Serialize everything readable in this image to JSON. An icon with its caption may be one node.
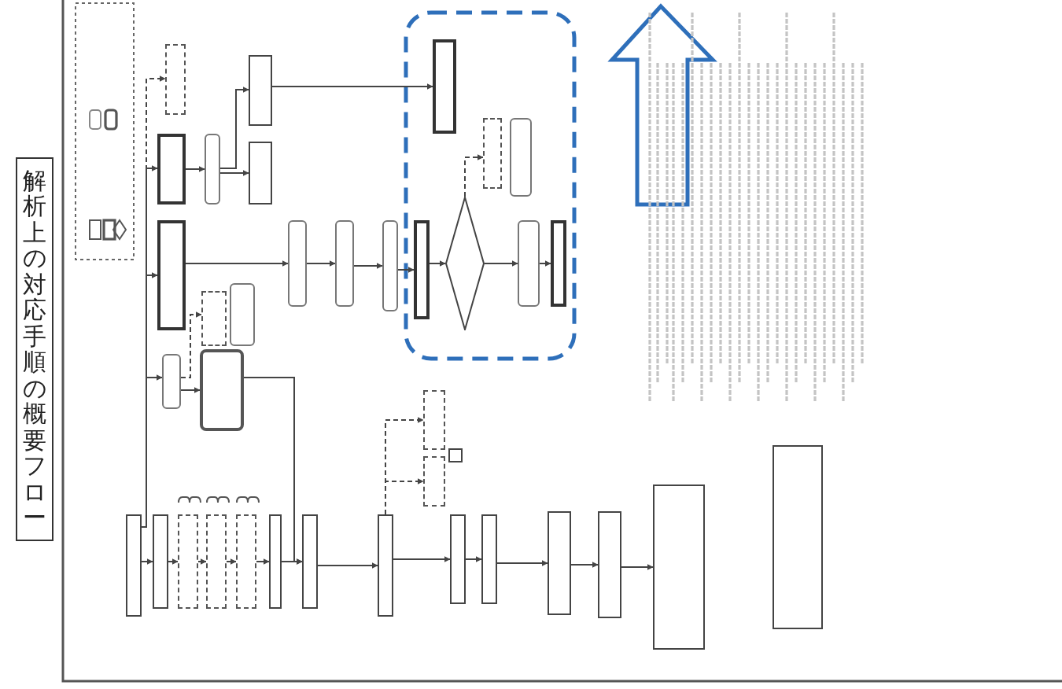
{
  "diagram": {
    "title": "解析上の対応手順の概要フロー",
    "nodes": [
      {
        "text": [],
        "shape": "box"
      },
      {
        "text": [],
        "shape": "box"
      },
      {
        "text": [],
        "shape": "box"
      },
      {
        "text": [],
        "shape": "box"
      },
      {
        "text": [],
        "shape": "box"
      },
      {
        "text": [],
        "shape": "box"
      },
      {
        "text": [],
        "shape": "box"
      },
      {
        "text": [],
        "shape": "box"
      },
      {
        "text": [],
        "shape": "box"
      },
      {
        "text": [],
        "shape": "box"
      },
      {
        "text": [],
        "shape": "box"
      },
      {
        "text": [],
        "shape": "box"
      },
      {
        "text": [],
        "shape": "box"
      },
      {
        "text": [],
        "shape": "box"
      },
      {
        "text": [],
        "shape": "box"
      },
      {
        "text": [],
        "shape": "box"
      },
      {
        "text": [],
        "shape": "box"
      },
      {
        "text": [],
        "shape": "box"
      },
      {
        "text": [],
        "shape": "box"
      },
      {
        "text": [],
        "shape": "box"
      },
      {
        "text": [],
        "shape": "box"
      },
      {
        "text": [],
        "shape": "box"
      },
      {
        "text": [],
        "shape": "diamond"
      },
      {
        "text": [],
        "shape": "box"
      },
      {
        "text": [],
        "shape": "box"
      },
      {
        "text": [],
        "shape": "box"
      },
      {
        "text": [],
        "shape": "box"
      },
      {
        "text": [],
        "shape": "box"
      },
      {
        "text": [],
        "shape": "box"
      },
      {
        "text": [],
        "shape": "box"
      },
      {
        "text": [],
        "shape": "box"
      },
      {
        "text": [],
        "shape": "box"
      },
      {
        "text": [],
        "shape": "box"
      },
      {
        "text": [],
        "shape": "box"
      },
      {
        "text": [],
        "shape": "box"
      },
      {
        "text": [],
        "shape": "box"
      },
      {
        "text": [],
        "shape": "box"
      },
      {
        "text": [],
        "shape": "bracket"
      },
      {
        "text": [],
        "shape": "bracket"
      },
      {
        "text": [],
        "shape": "bracket"
      }
    ],
    "edges": [
      {
        "from": 0,
        "to": 1,
        "arrow": "to"
      },
      {
        "from": 1,
        "to": 2,
        "arrow": "to"
      },
      {
        "from": 2,
        "to": 3,
        "arrow": "to"
      },
      {
        "from": 3,
        "to": 4,
        "arrow": "to"
      },
      {
        "from": 4,
        "to": 5,
        "arrow": "to"
      },
      {
        "from": 5,
        "to": 6,
        "arrow": "to"
      },
      {
        "from": 6,
        "to": 7,
        "arrow": "to"
      },
      {
        "from": 7,
        "to": 8,
        "arrow": "to"
      },
      {
        "from": 8,
        "to": 9,
        "arrow": "to"
      },
      {
        "from": 9,
        "to": 10,
        "arrow": "to"
      },
      {
        "from": 10,
        "to": 11,
        "arrow": "to"
      },
      {
        "from": 11,
        "to": 12,
        "arrow": "to"
      },
      {
        "from": 0,
        "to": 13,
        "arrow": "to"
      },
      {
        "from": 0,
        "to": 17,
        "arrow": "to"
      },
      {
        "from": 0,
        "to": 28,
        "arrow": "to"
      },
      {
        "from": 0,
        "to": 32,
        "arrow": "to",
        "style": "dashed"
      },
      {
        "from": 13,
        "to": 14,
        "arrow": "to"
      },
      {
        "from": 13,
        "to": 15,
        "arrow": "to",
        "style": "dashed"
      },
      {
        "from": 14,
        "to": 6,
        "arrow": "to"
      },
      {
        "from": 17,
        "to": 18,
        "arrow": "to"
      },
      {
        "from": 18,
        "to": 19,
        "arrow": "to"
      },
      {
        "from": 19,
        "to": 20,
        "arrow": "to"
      },
      {
        "from": 20,
        "to": 21,
        "arrow": "to"
      },
      {
        "from": 21,
        "to": 22,
        "arrow": "to"
      },
      {
        "from": 22,
        "to": 23,
        "arrow": "to"
      },
      {
        "from": 23,
        "to": 24,
        "arrow": "to"
      },
      {
        "from": 22,
        "to": 25,
        "arrow": "to",
        "style": "dashed"
      },
      {
        "from": 28,
        "to": 29,
        "arrow": "to"
      },
      {
        "from": 29,
        "to": 30,
        "arrow": "to"
      },
      {
        "from": 29,
        "to": 31,
        "arrow": "to"
      },
      {
        "from": 31,
        "to": 27,
        "arrow": "to"
      },
      {
        "from": 7,
        "to": 33,
        "arrow": "to",
        "style": "dashed"
      },
      {
        "from": 7,
        "to": 34,
        "arrow": "to",
        "style": "dashed"
      }
    ]
  }
}
